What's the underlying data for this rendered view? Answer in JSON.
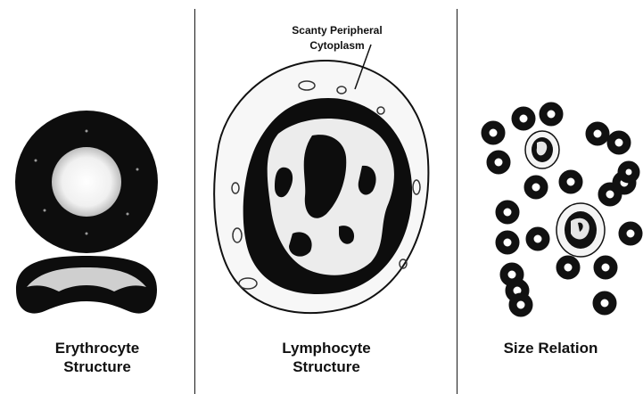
{
  "panels": [
    {
      "title_line1": "Erythrocyte",
      "title_line2": "Structure"
    },
    {
      "title_line1": "Lymphocyte",
      "title_line2": "Structure"
    },
    {
      "title_line1": "Size Relation",
      "title_line2": ""
    }
  ],
  "callout": {
    "line1": "Scanty Peripheral",
    "line2": "Cytoplasm"
  }
}
